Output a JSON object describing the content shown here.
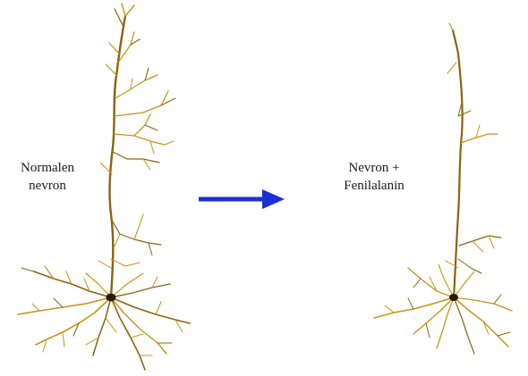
{
  "colors": {
    "dendrite": "#c89418",
    "dendrite_dark": "#8a6410",
    "soma": "#2a1a05",
    "arrow": "#1a2fd6"
  },
  "labels": {
    "left_line1": "Normalen",
    "left_line2": "nevron",
    "right_line1": "Nevron +",
    "right_line2": "Fenilalanin"
  },
  "icons": {
    "arrow": "arrow-right-icon"
  }
}
